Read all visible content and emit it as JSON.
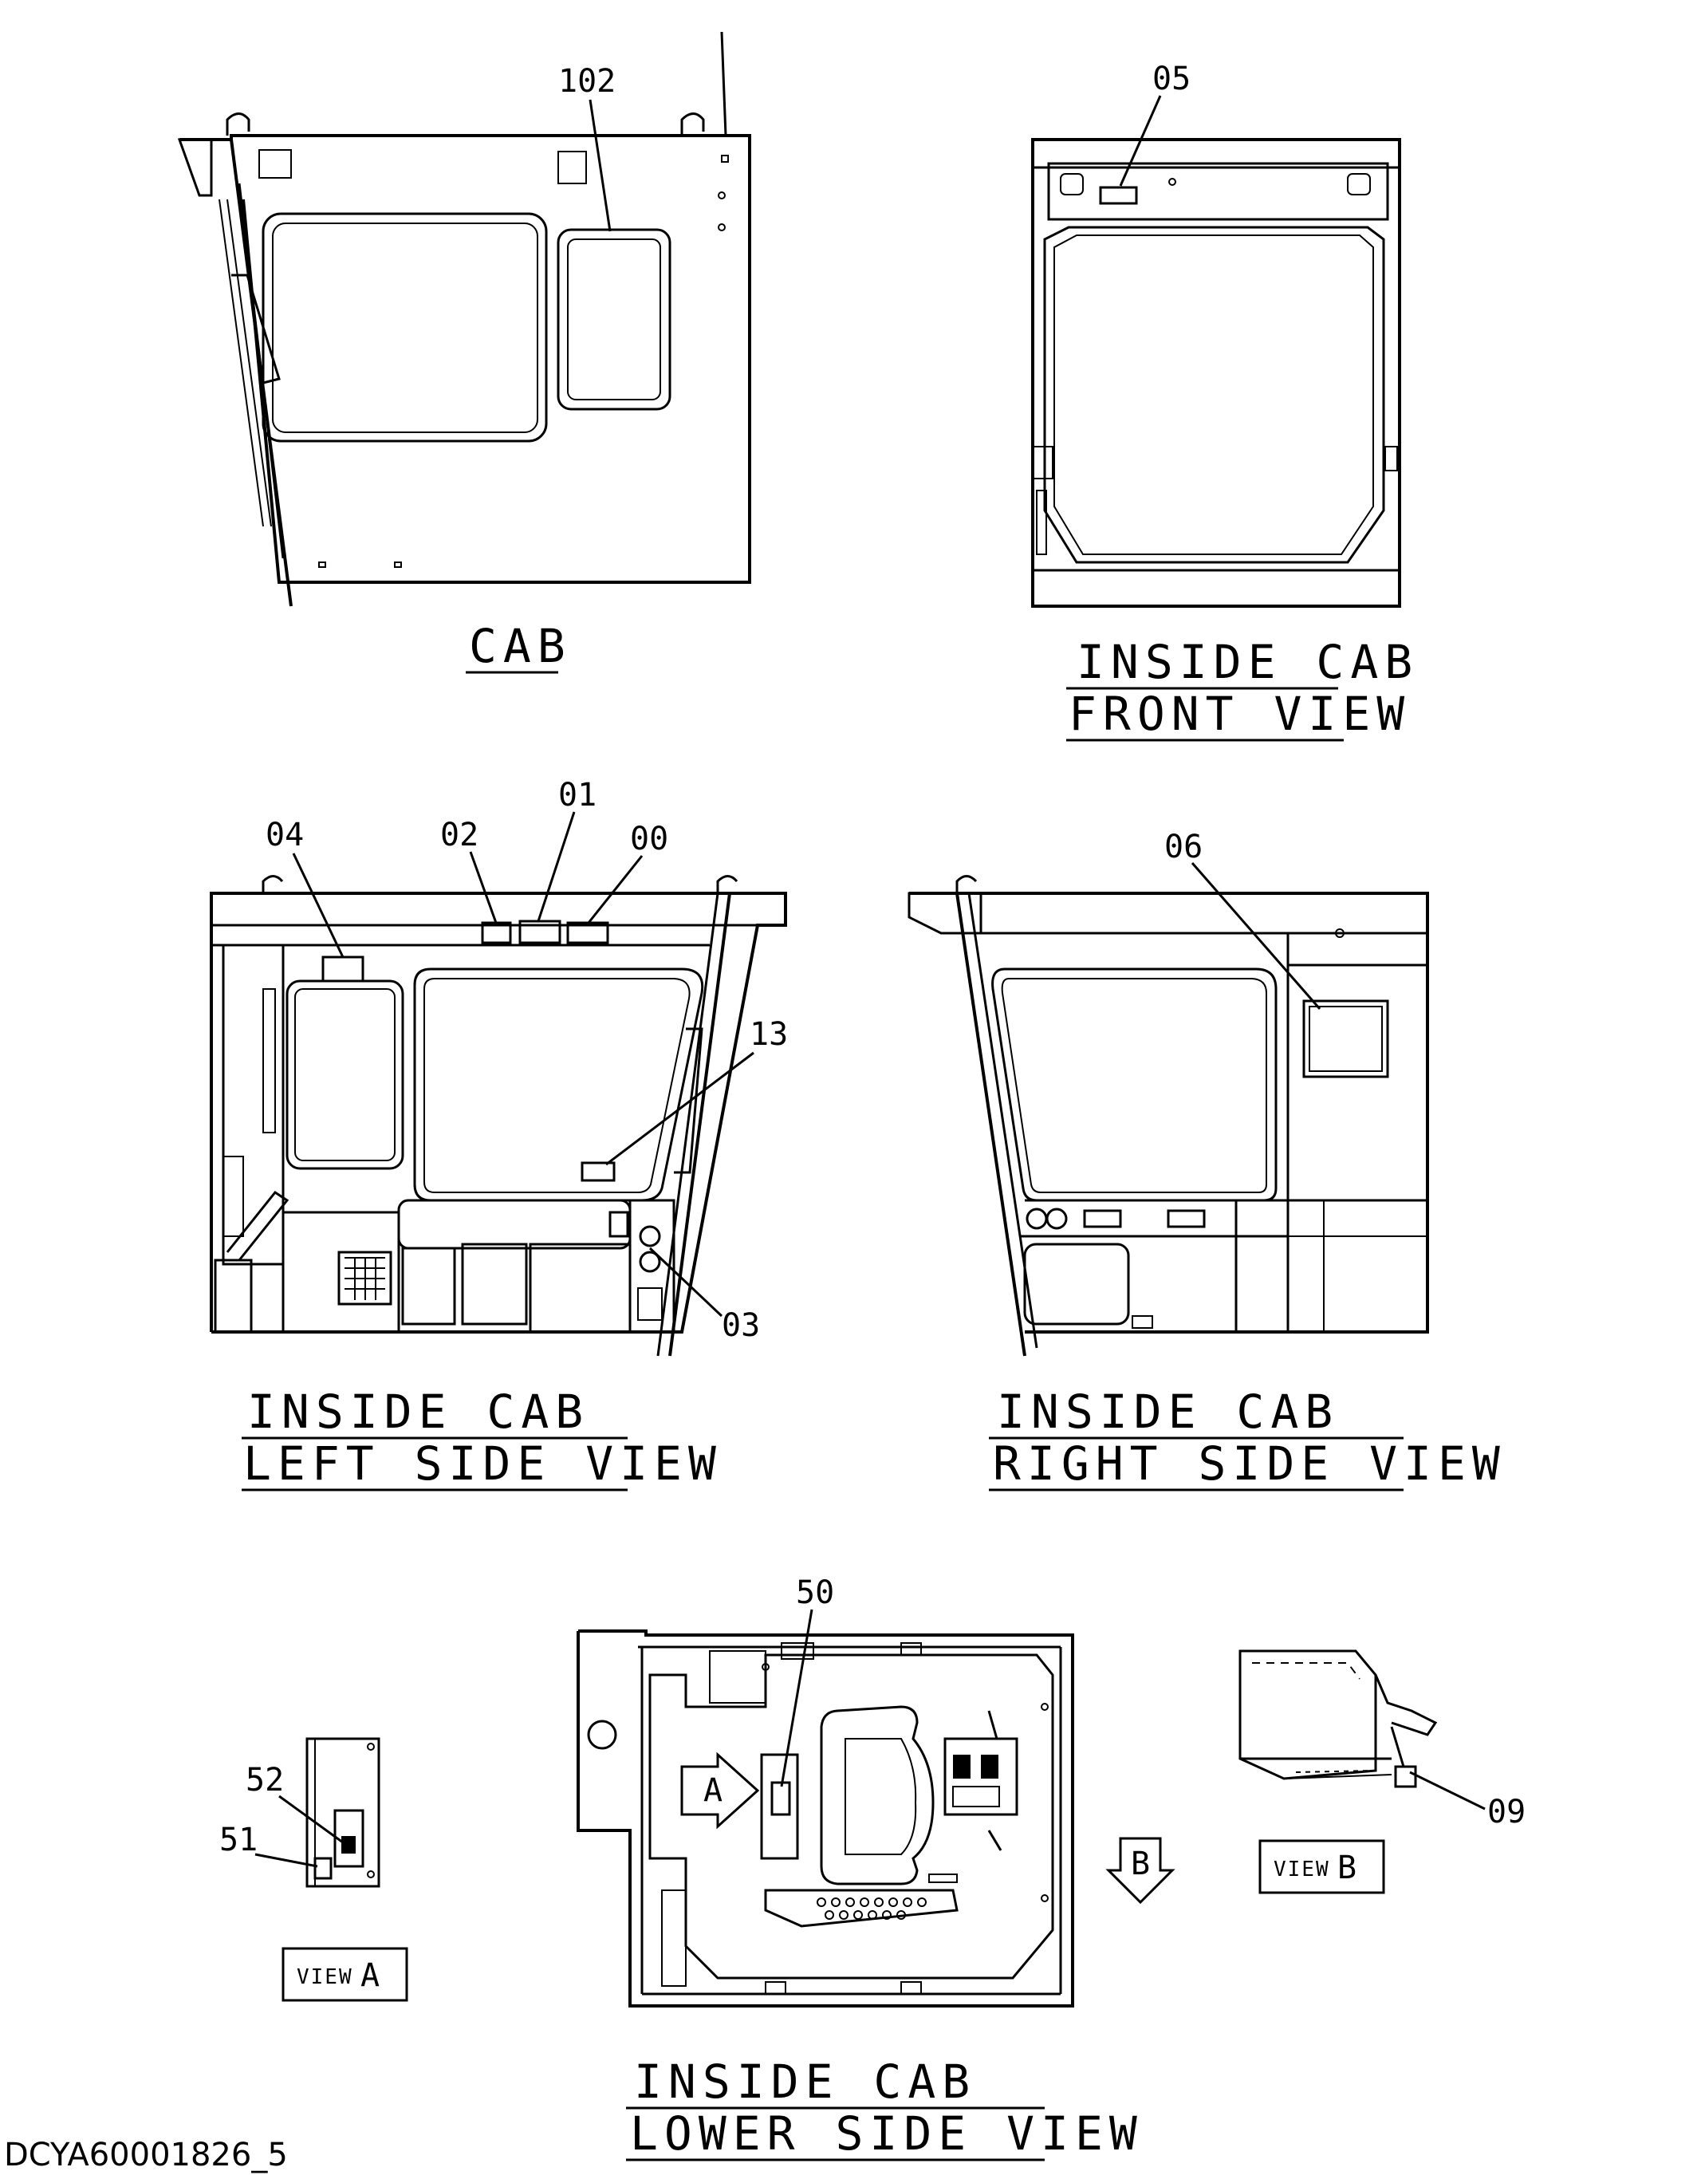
{
  "captions": {
    "cab": "CAB",
    "front_1": "INSIDE CAB",
    "front_2": "FRONT VIEW",
    "left_1": "INSIDE CAB",
    "left_2": "LEFT SIDE VIEW",
    "right_1": "INSIDE CAB",
    "right_2": "RIGHT SIDE VIEW",
    "lower_1": "INSIDE CAB",
    "lower_2": "LOWER SIDE VIEW"
  },
  "callouts": {
    "c102": "102",
    "c05": "05",
    "c04": "04",
    "c02": "02",
    "c01": "01",
    "c00": "00",
    "c13": "13",
    "c03": "03",
    "c06": "06",
    "c50": "50",
    "c52": "52",
    "c51": "51",
    "c09": "09"
  },
  "views": {
    "view_a_word": "VIEW",
    "view_a_letter": "A",
    "view_b_word": "VIEW",
    "view_b_letter": "B",
    "arrow_a": "A",
    "arrow_b": "B"
  },
  "drawing_code": "DCYA60001826_5"
}
